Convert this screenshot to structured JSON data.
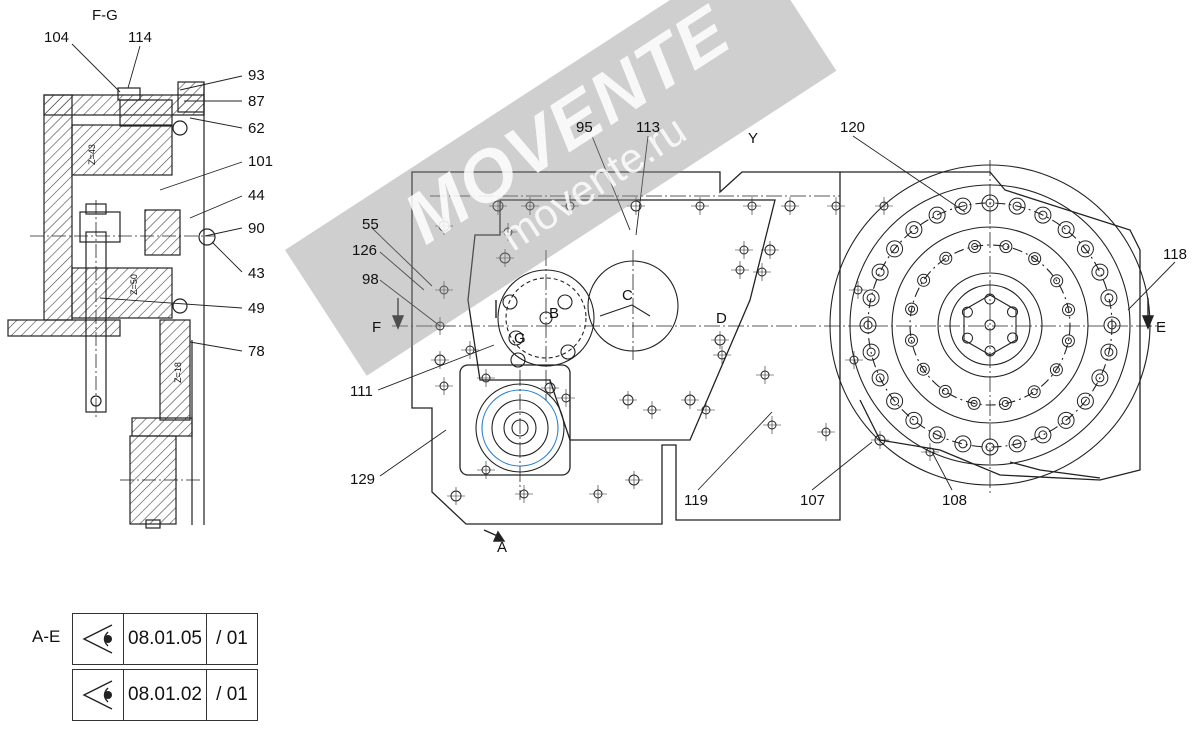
{
  "section_title": "F-G",
  "section_labels": {
    "F": "F",
    "E": "E",
    "A": "A",
    "B": "B",
    "C": "C",
    "D": "D",
    "G": "G",
    "Y": "Y"
  },
  "callouts_left": [
    "104",
    "114",
    "93",
    "87",
    "62",
    "101",
    "44",
    "90",
    "43",
    "49",
    "78"
  ],
  "callouts_main": [
    "95",
    "113",
    "120",
    "55",
    "126",
    "98",
    "111",
    "129",
    "119",
    "107",
    "108",
    "118"
  ],
  "gear_marks": [
    "Z=43",
    "Z=50",
    "Z=18"
  ],
  "view_refs": {
    "label": "A-E",
    "rows": [
      {
        "code": "08.01.05",
        "rev": "/ 01"
      },
      {
        "code": "08.01.02",
        "rev": "/ 01"
      }
    ]
  },
  "watermark": {
    "brand": "MOVENTE",
    "site": "movente.ru"
  },
  "colors": {
    "line": "#222222",
    "hatch": "#444444",
    "watermark": "#8c8c8c",
    "accent": "#2a7fd0"
  }
}
